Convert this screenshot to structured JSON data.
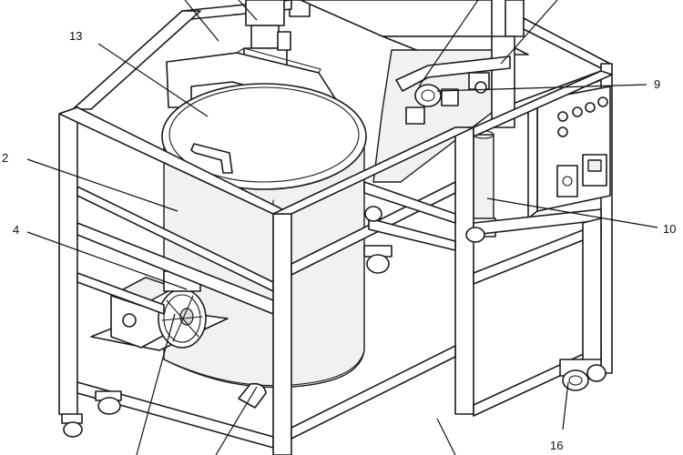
{
  "callouts": {
    "c2": "2",
    "c4": "4",
    "c9": "9",
    "c10": "10",
    "c13": "13",
    "c16": "16"
  },
  "colors": {
    "line": "#1a1a1a",
    "background": "#ffffff",
    "shade": "#f1f1f1"
  }
}
